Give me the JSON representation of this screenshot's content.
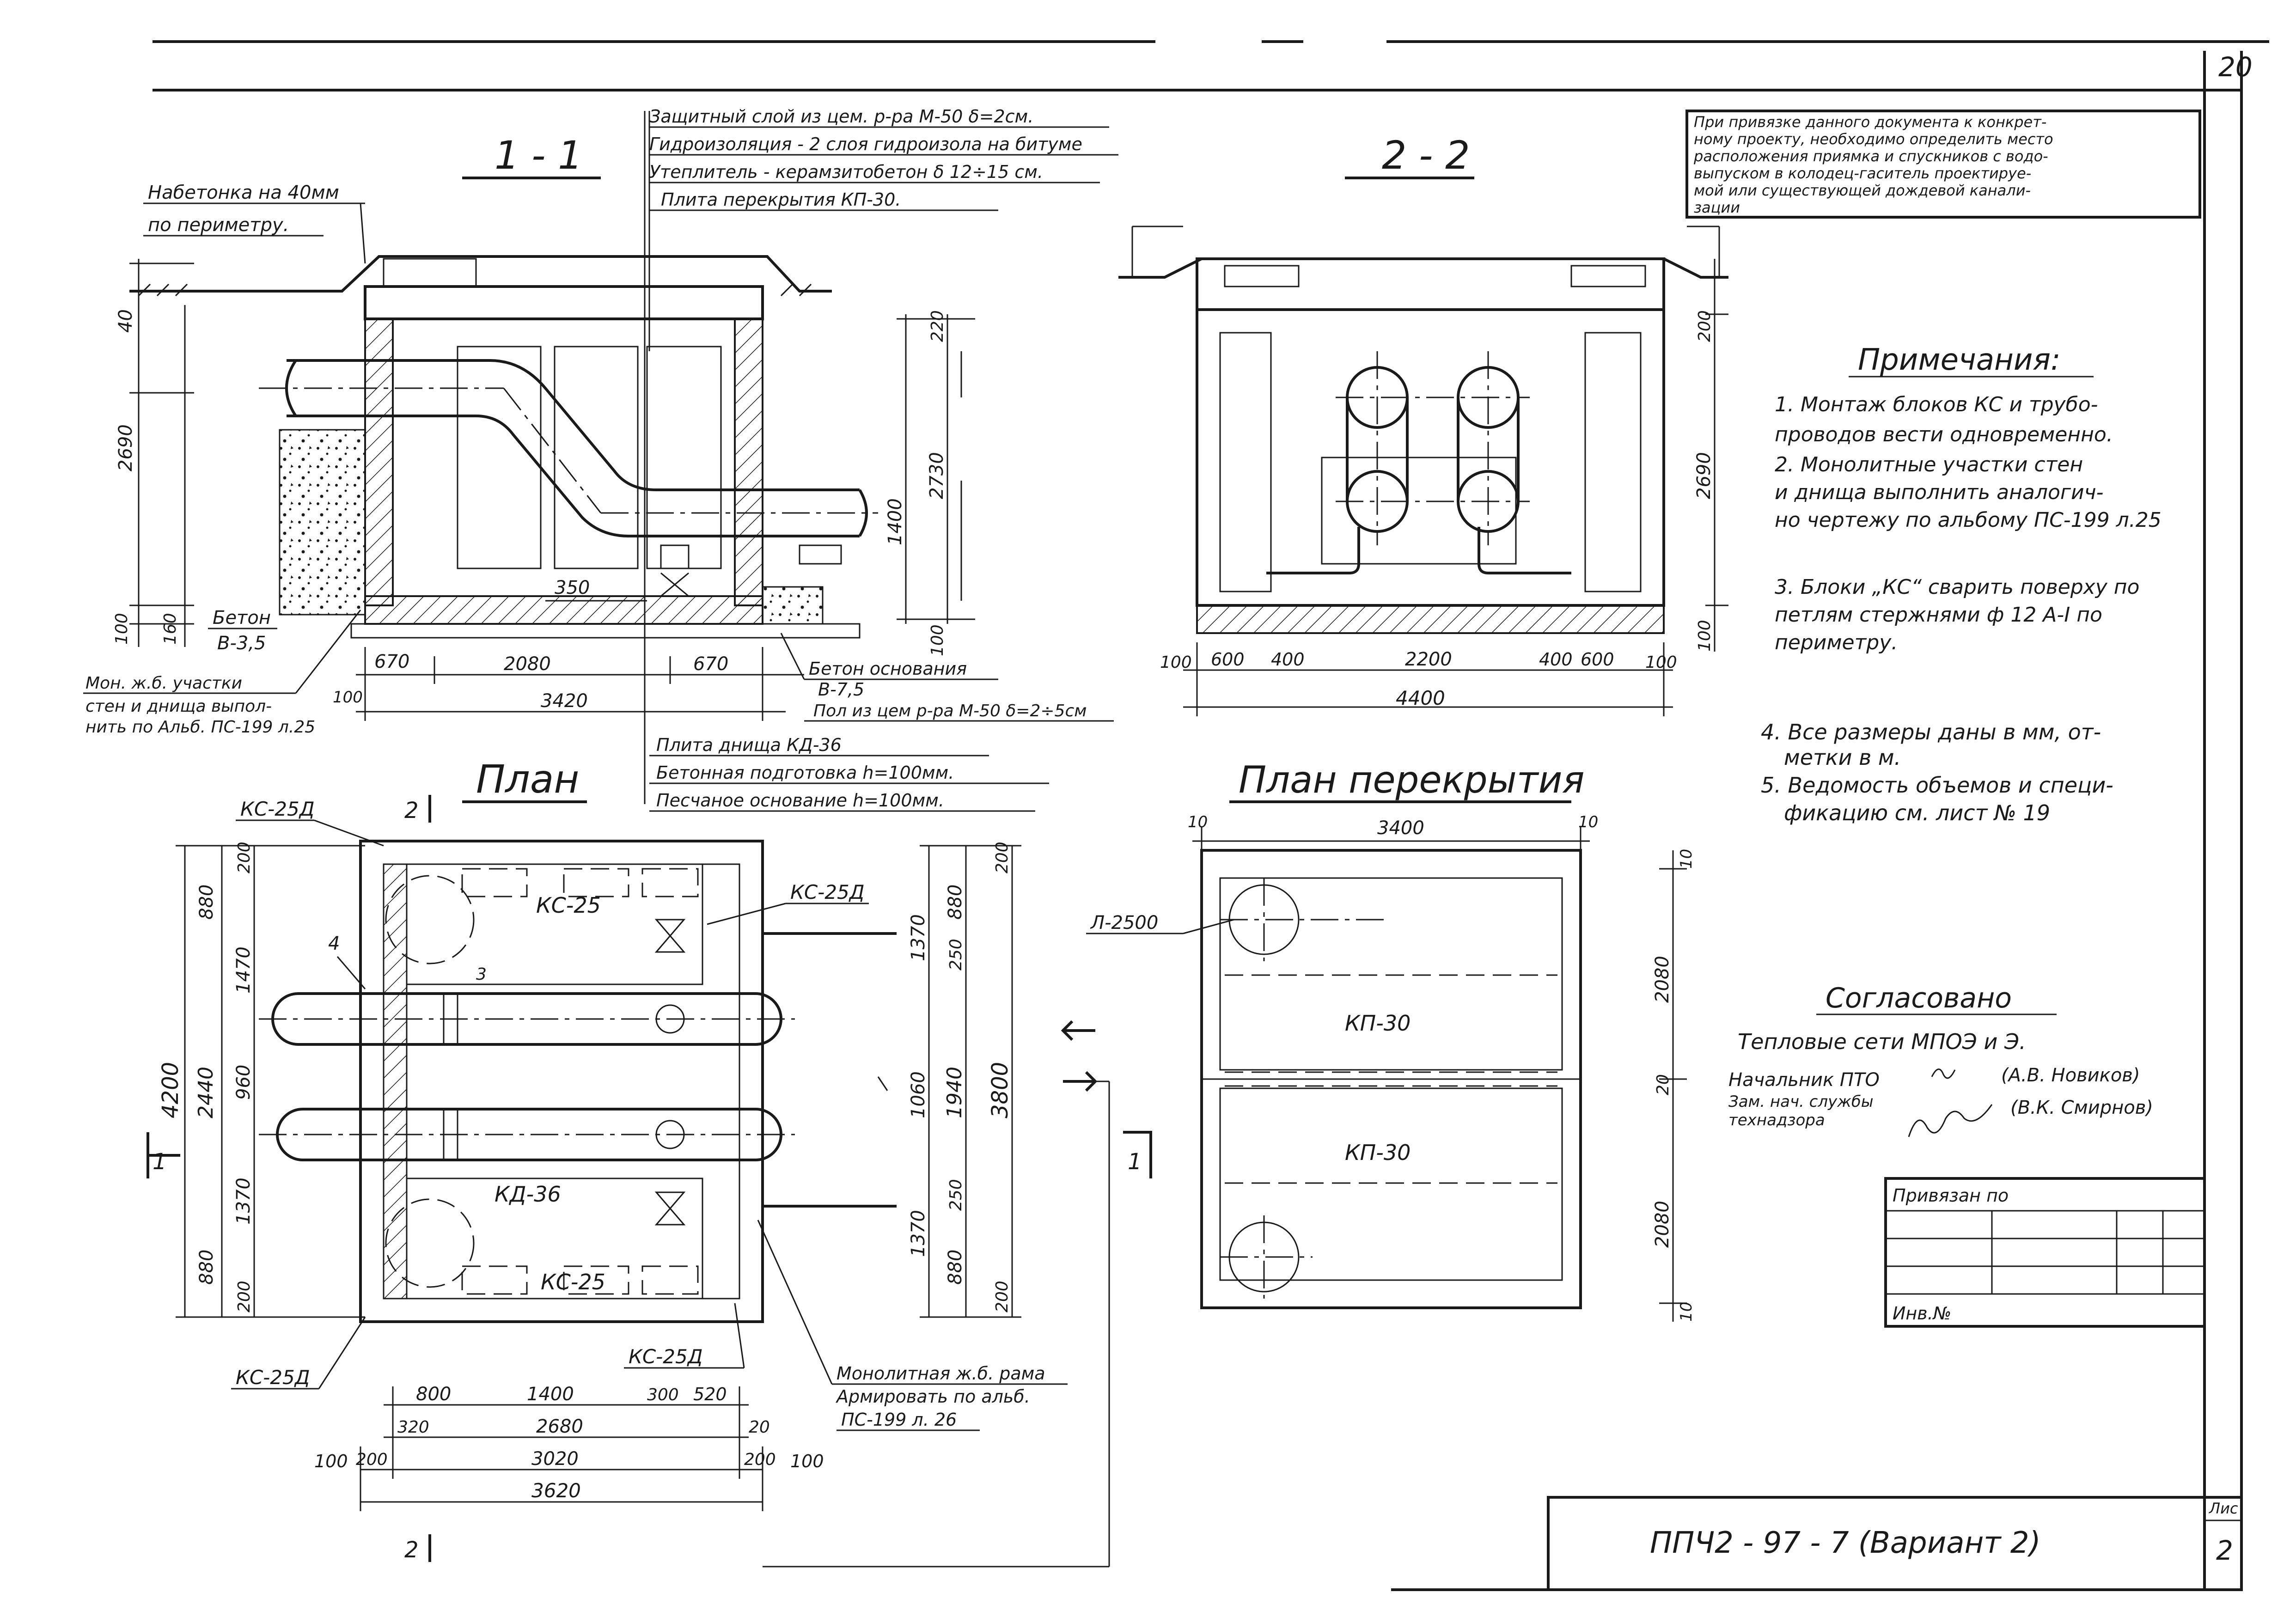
{
  "sheet": {
    "sheet_number": "20",
    "drawing_code": "ППЧ2 - 97 - 7 (Вариант 2)",
    "list_label": "Лис",
    "list_number": "2"
  },
  "section_1_1": {
    "title": "1 - 1",
    "leaders": {
      "betonka": "Набетонка на 40мм",
      "betonka_2": "по периметру.",
      "protect": "Защитный слой из цем. р-ра М-50 δ=2см.",
      "hydro": "Гидроизоляция - 2 слоя гидроизола на битуме",
      "insul": "Утеплитель - керамзитобетон δ 12÷15 см.",
      "slab": "Плита перекрытия КП-30.",
      "concrete": "Бетон",
      "concrete_grade": "В-3,5",
      "base": "Бетон основания",
      "base_grade": "В-7,5",
      "floor": "Пол из цем р-ра М-50 δ=2÷5см",
      "mono_1": "Мон. ж.б. участки",
      "mono_2": "стен и днища выпол-",
      "mono_3": "нить по Альб. ПС-199 л.25",
      "bottom_slab": "Плита днища КД-36",
      "prep": "Бетонная подготовка h=100мм.",
      "sand": "Песчаное основание h=100мм."
    },
    "dims": {
      "d40": "40",
      "d2690": "2690",
      "d100": "100",
      "d160": "160",
      "d220": "220",
      "d2730": "2730",
      "d1400": "1400",
      "d350": "350",
      "d670a": "670",
      "d2080": "2080",
      "d670b": "670",
      "d3420": "3420",
      "d100b": "100",
      "d100c": "100"
    }
  },
  "section_2_2": {
    "title": "2 - 2",
    "dims": {
      "d200": "200",
      "d2690": "2690",
      "d100": "100",
      "d100a": "100",
      "d600a": "600",
      "d400a": "400",
      "d2200": "2200",
      "d400b": "400",
      "d600b": "600",
      "d100b": "100",
      "d4400": "4400"
    }
  },
  "note_box": {
    "lines": [
      "При привязке данного документа к конкрет-",
      "ному проекту, необходимо определить место",
      "расположения приямка и спускников с водо-",
      "выпуском в колодец-гаситель проектируе-",
      "мой или существующей дождевой канали-",
      "зации"
    ]
  },
  "notes": {
    "title": "Примечания:",
    "lines": [
      "1. Монтаж блоков КС и трубо-",
      "проводов вести одновременно.",
      "2. Монолитные участки стен",
      "и днища выполнить аналогич-",
      "но чертежу по альбому ПС-199 л.25",
      "3. Блоки „КС“ сварить поверху по",
      "петлям стержнями ф 12 А-I по",
      "периметру.",
      "4. Все размеры даны в мм, от-",
      "метки в м.",
      "5. Ведомость объемов и специ-",
      "фикацию см. лист № 19"
    ]
  },
  "plan": {
    "title": "План",
    "labels": {
      "ks25d_tl": "КС-25Д",
      "ks25d_tr": "КС-25Д",
      "ks25d_bl": "КС-25Д",
      "ks25d_b": "КС-25Д",
      "ks25_top": "КС-25",
      "ks25_bot": "КС-25",
      "kd36": "КД-36",
      "n4": "4",
      "n3": "3",
      "sec2_top": "2",
      "sec2_bot": "2",
      "sec1_left": "1",
      "frame_1": "Монолитная ж.б. рама",
      "frame_2": "Армировать по альб.",
      "frame_3": "ПС-199 л. 26"
    },
    "dims_left": {
      "d200": "200",
      "d880": "880",
      "d1470": "1470",
      "d2440": "2440",
      "d4200": "4200",
      "d960": "960",
      "d1370": "1370",
      "d880b": "880",
      "d200b": "200"
    },
    "dims_right": {
      "d200": "200",
      "d880": "880",
      "d250": "250",
      "d1370": "1370",
      "d1060": "1060",
      "d1940": "1940",
      "d3800": "3800",
      "d1370b": "1370",
      "d250b": "250",
      "d880b": "880",
      "d200b": "200"
    },
    "dims_bottom": {
      "d800": "800",
      "d1400": "1400",
      "d300": "300",
      "d520": "520",
      "d320": "320",
      "d2680": "2680",
      "d20": "20",
      "d100": "100",
      "d200": "200",
      "d3020": "3020",
      "d200b": "200",
      "d100b": "100",
      "d3620": "3620"
    }
  },
  "slab_plan": {
    "title": "План перекрытия",
    "labels": {
      "l2500": "Л-2500",
      "kp30a": "КП-30",
      "kp30b": "КП-30",
      "sec1": "1"
    },
    "dims": {
      "d10a": "10",
      "d3400": "3400",
      "d10b": "10",
      "d10c": "10",
      "d2080a": "2080",
      "d20": "20",
      "d2080b": "2080",
      "d10d": "10"
    }
  },
  "approval": {
    "title": "Согласовано",
    "org": "Тепловые сети МПОЭ и Э.",
    "pos1": "Начальник ПТО",
    "name1": "(А.В. Новиков)",
    "pos2a": "Зам. нач. службы",
    "pos2b": "технадзора",
    "name2": "(В.К. Смирнов)"
  },
  "stamp": {
    "tied": "Привязан по",
    "inv": "Инв.№"
  }
}
